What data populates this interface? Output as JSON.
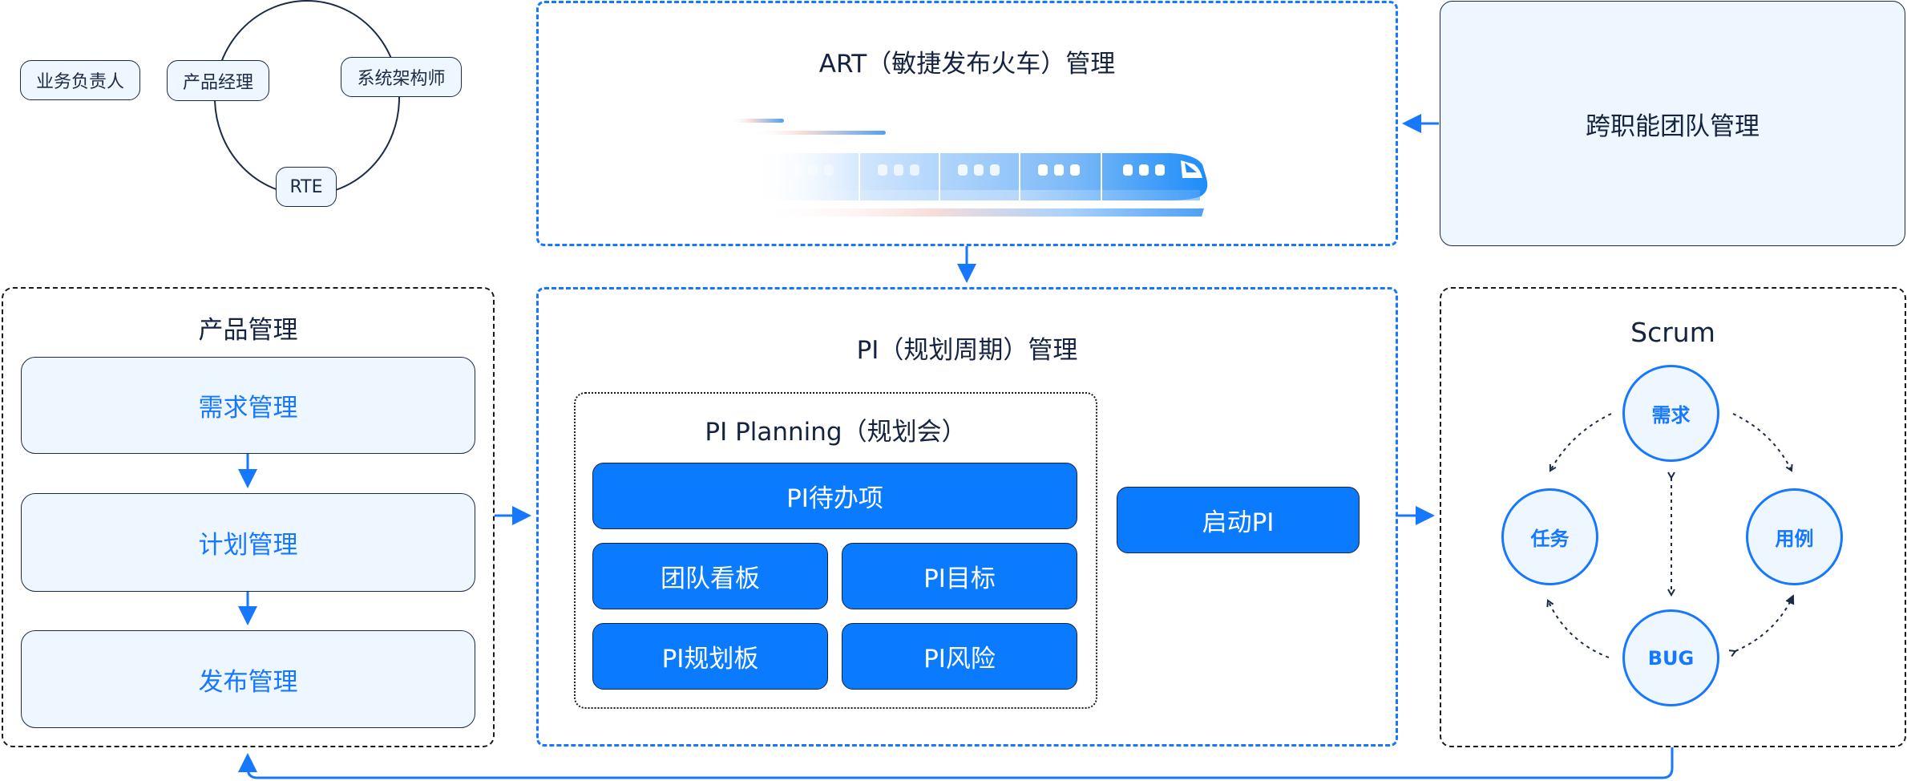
{
  "colors": {
    "accent": "#1677ff",
    "button_fill": "#0a7aff",
    "light_fill": "#eef6ff",
    "text_dark": "#14233f"
  },
  "roles": {
    "business_owner": "业务负责人",
    "product_manager": "产品经理",
    "system_architect": "系统架构师",
    "rte": "RTE"
  },
  "art": {
    "title": "ART（敏捷发布火车）管理",
    "illustration": "train-icon"
  },
  "cross_functional": {
    "title": "跨职能团队管理"
  },
  "product": {
    "title": "产品管理",
    "items": [
      {
        "label": "需求管理"
      },
      {
        "label": "计划管理"
      },
      {
        "label": "发布管理"
      }
    ]
  },
  "pi": {
    "title": "PI（规划周期）管理",
    "planning": {
      "title": "PI Planning（规划会）",
      "items": [
        {
          "label": "PI待办项"
        },
        {
          "label": "团队看板"
        },
        {
          "label": "PI目标"
        },
        {
          "label": "PI规划板"
        },
        {
          "label": "PI风险"
        }
      ]
    },
    "start_button": "启动PI"
  },
  "scrum": {
    "title": "Scrum",
    "nodes": [
      {
        "label": "需求"
      },
      {
        "label": "任务"
      },
      {
        "label": "用例"
      },
      {
        "label": "BUG"
      }
    ]
  }
}
